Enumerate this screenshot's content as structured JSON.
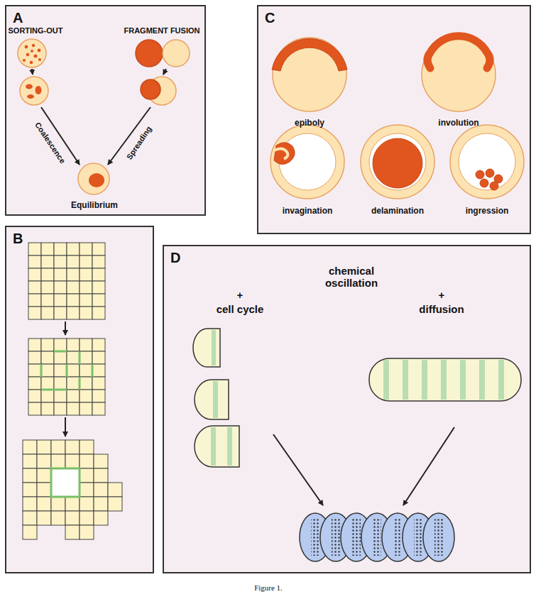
{
  "diagram": {
    "caption": "Figure 1.",
    "nodes": [
      {
        "text": [
          "A"
        ]
      },
      {
        "text": [
          "C"
        ]
      },
      {
        "text": [
          "B"
        ]
      },
      {
        "text": [
          "D"
        ]
      }
    ],
    "labels": [
      "SORTING-OUT",
      "FRAGMENT FUSION",
      "Coalescence",
      "Spreading",
      "Equilibrium",
      "epiboly",
      "involution",
      "invagination",
      "delamination",
      "ingression",
      "chemical oscillation",
      "+",
      "cell cycle",
      "+",
      "diffusion"
    ]
  }
}
